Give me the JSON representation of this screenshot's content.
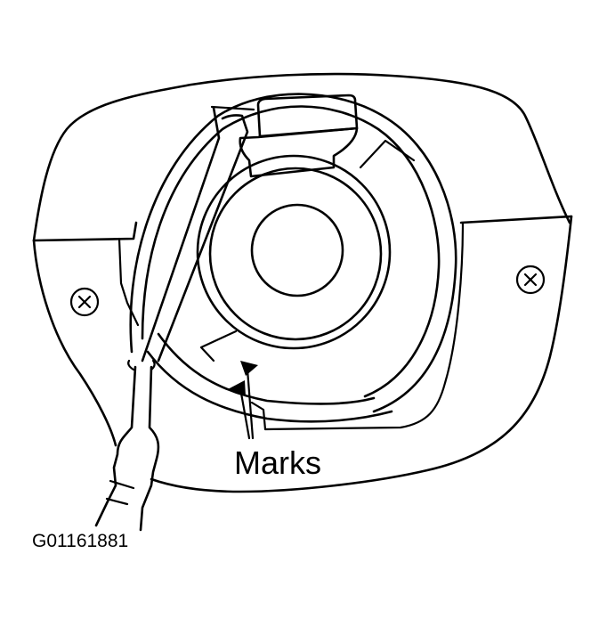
{
  "figure": {
    "description": "Line drawing of a circular component mounted in a housing, with a screwdriver-type tool inserted at upper left and alignment marks (two triangles) indicated near the bottom.",
    "callouts": {
      "marks_label": "Marks"
    },
    "figure_id": "G01161881",
    "colors": {
      "line": "#000000",
      "background": "#ffffff"
    },
    "screws": [
      {
        "name": "left-screw",
        "symbol": "⊗"
      },
      {
        "name": "right-screw",
        "symbol": "⊗"
      }
    ]
  }
}
